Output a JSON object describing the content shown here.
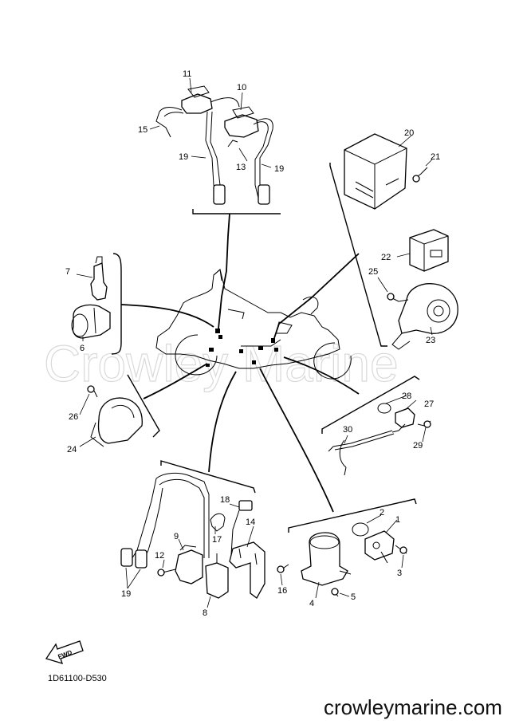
{
  "watermark": "Crowley Marine",
  "diagram_code": "1D61100-D530",
  "site": "crowleymarine.com",
  "fwd_label": "FWD",
  "callouts": {
    "c1": "1",
    "c2": "2",
    "c3": "3",
    "c4": "4",
    "c5": "5",
    "c6": "6",
    "c7": "7",
    "c8": "8",
    "c9": "9",
    "c10": "10",
    "c11": "11",
    "c12": "12",
    "c13": "13",
    "c14": "14",
    "c15": "15",
    "c16": "16",
    "c17": "17",
    "c18": "18",
    "c19a": "19",
    "c19b": "19",
    "c19c": "19",
    "c20": "20",
    "c21": "21",
    "c22": "22",
    "c23": "23",
    "c24": "24",
    "c25": "25",
    "c26": "26",
    "c27": "27",
    "c28": "28",
    "c29": "29",
    "c30": "30"
  }
}
